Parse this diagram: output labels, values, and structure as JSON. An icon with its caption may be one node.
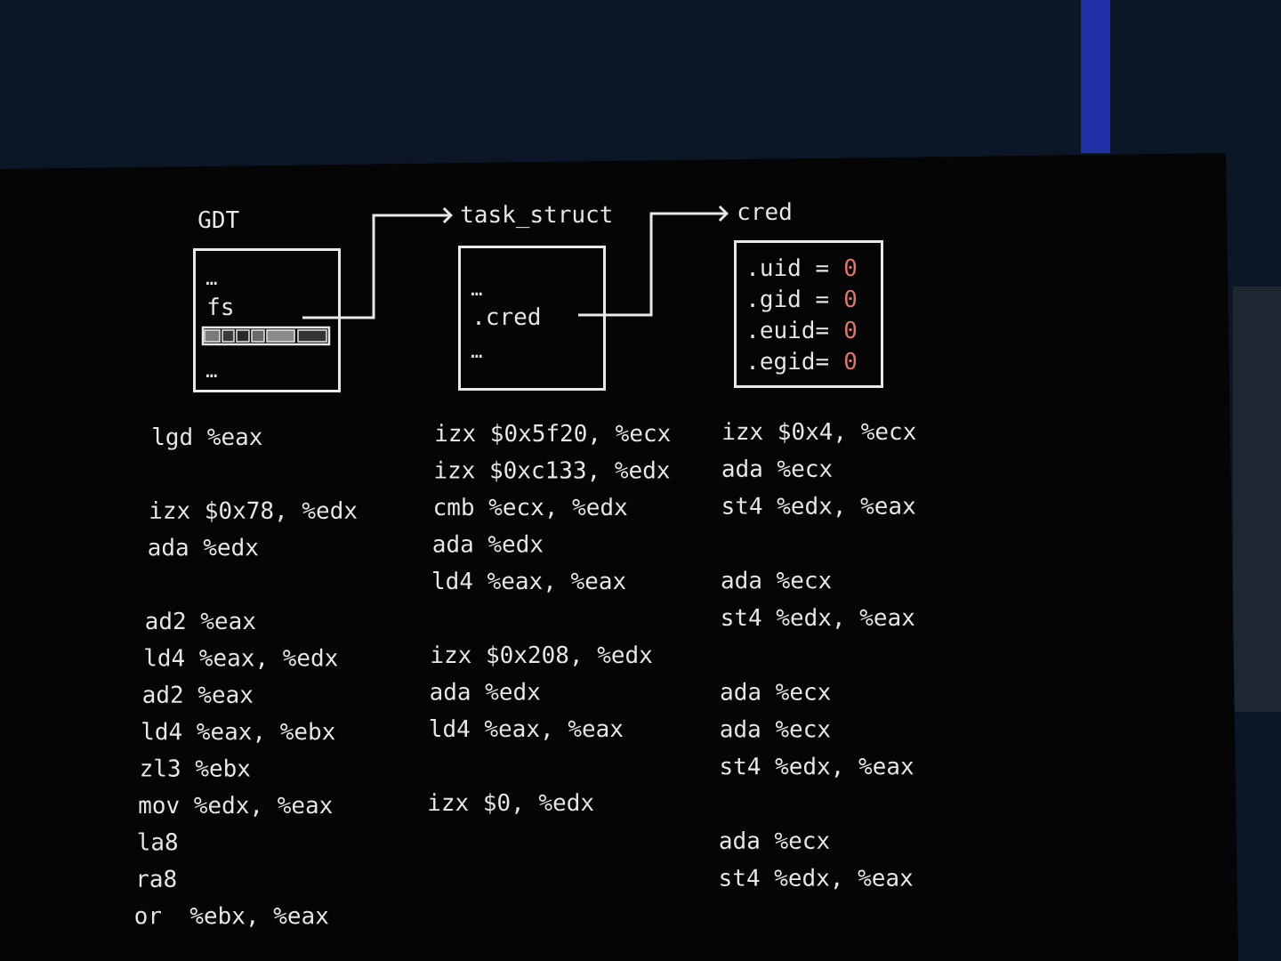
{
  "diagram": {
    "nodes": [
      {
        "text": [
          "GDT",
          "…",
          "fs",
          "…"
        ]
      },
      {
        "text": [
          "task_struct",
          "…",
          ".cred",
          "…"
        ]
      },
      {
        "text": [
          "cred",
          ".uid =",
          "0",
          ".gid =",
          "0",
          ".euid=",
          "0",
          ".egid=",
          "0"
        ]
      }
    ],
    "edges": [
      {
        "from": 0,
        "to": 1,
        "arrow": "to"
      },
      {
        "from": 1,
        "to": 2,
        "arrow": "to"
      }
    ],
    "labels": [
      "lgd %eax",
      "izx $0x78, %edx",
      "ada %edx",
      "ad2 %eax",
      "ld4 %eax, %edx",
      "ad2 %eax",
      "ld4 %eax, %ebx",
      "zl3 %ebx",
      "mov %edx, %eax",
      "la8",
      "ra8",
      "or  %ebx, %eax",
      "izx $0x5f20, %ecx",
      "izx $0xc133, %edx",
      "cmb %ecx, %edx",
      "ada %edx",
      "ld4 %eax, %eax",
      "izx $0x208, %edx",
      "ada %edx",
      "ld4 %eax, %eax",
      "izx $0, %edx",
      "izx $0x4, %ecx",
      "ada %ecx",
      "st4 %edx, %eax",
      "ada %ecx",
      "st4 %edx, %eax",
      "ada %ecx",
      "ada %ecx",
      "st4 %edx, %eax",
      "ada %ecx",
      "st4 %edx, %eax"
    ]
  }
}
